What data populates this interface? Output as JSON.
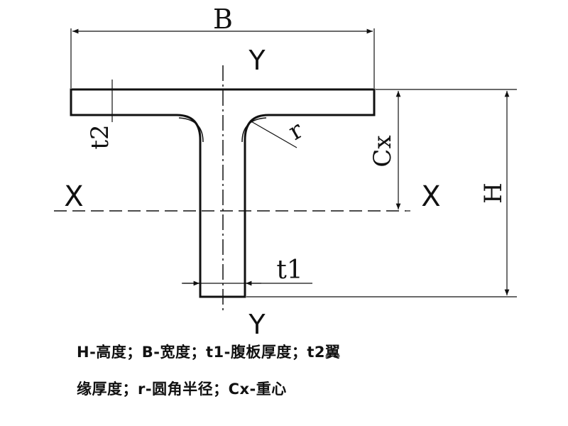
{
  "diagram": {
    "labels": {
      "B": "B",
      "Y_top": "Y",
      "Y_bottom": "Y",
      "X_left": "X",
      "X_right": "X",
      "t2": "t2",
      "r": "r",
      "Cx": "Cx",
      "H": "H",
      "t1": "t1"
    },
    "legend": {
      "line1": "H-高度；B-宽度；t1-腹板厚度；t2翼",
      "line2": "缘厚度；r-圆角半径；Cx-重心"
    },
    "colors": {
      "stroke": "#111111",
      "background": "#ffffff"
    }
  }
}
